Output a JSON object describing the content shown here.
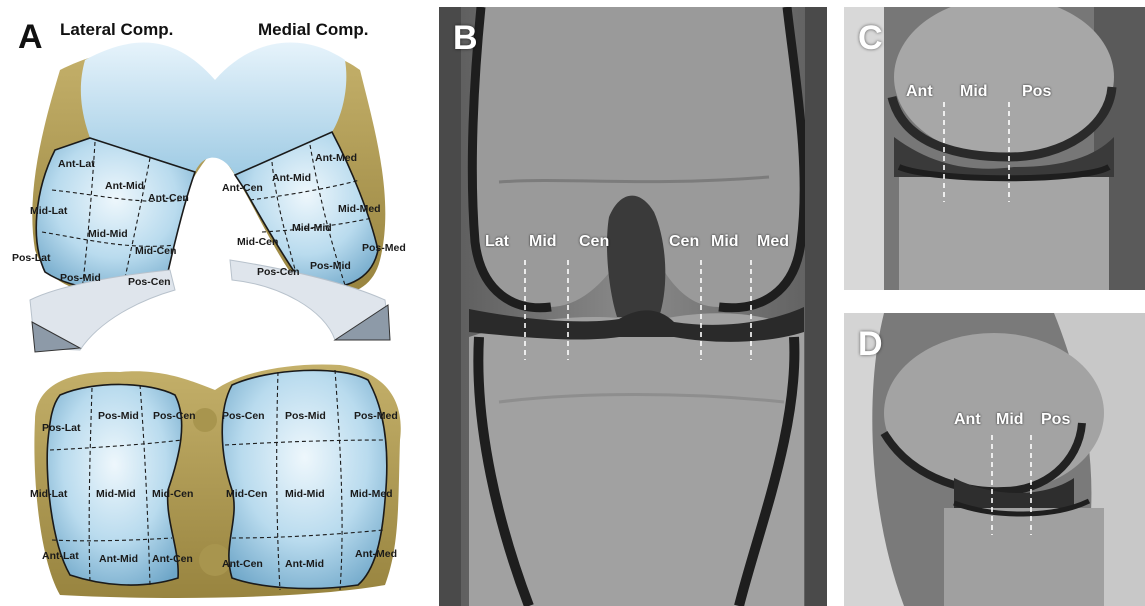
{
  "panels": {
    "a": {
      "label": "A",
      "lateral_title": "Lateral Comp.",
      "medial_title": "Medial Comp.",
      "femur_lateral_zones": [
        "Ant-Lat",
        "Ant-Mid",
        "Ant-Cen",
        "Mid-Lat",
        "Mid-Mid",
        "Mid-Cen",
        "Pos-Lat",
        "Pos-Mid",
        "Pos-Cen"
      ],
      "femur_medial_zones": [
        "Ant-Cen",
        "Ant-Mid",
        "Ant-Med",
        "Mid-Cen",
        "Mid-Mid",
        "Mid-Med",
        "Pos-Cen",
        "Pos-Mid",
        "Pos-Med"
      ],
      "tibia_lateral_zones": [
        "Pos-Lat",
        "Pos-Mid",
        "Pos-Cen",
        "Mid-Lat",
        "Mid-Mid",
        "Mid-Cen",
        "Ant-Lat",
        "Ant-Mid",
        "Ant-Cen"
      ],
      "tibia_medial_zones": [
        "Pos-Cen",
        "Pos-Mid",
        "Pos-Med",
        "Mid-Cen",
        "Mid-Mid",
        "Mid-Med",
        "Ant-Cen",
        "Ant-Mid",
        "Ant-Med"
      ]
    },
    "b": {
      "label": "B",
      "regions": [
        "Lat",
        "Mid",
        "Cen",
        "Cen",
        "Mid",
        "Med"
      ]
    },
    "c": {
      "label": "C",
      "regions": [
        "Ant",
        "Mid",
        "Pos"
      ]
    },
    "d": {
      "label": "D",
      "regions": [
        "Ant",
        "Mid",
        "Pos"
      ]
    }
  },
  "colors": {
    "cartilage": "#a9cfe4",
    "bone": "#b4a25c",
    "meniscus": "#dfe5ec",
    "outline": "#1a1a1a"
  }
}
